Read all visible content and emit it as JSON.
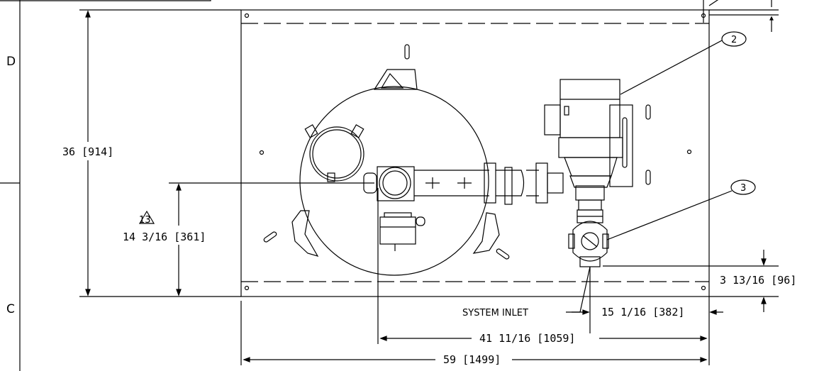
{
  "zones": {
    "upper": "D",
    "lower": "C"
  },
  "callouts": {
    "motor": "2",
    "valve": "3"
  },
  "revision_flag": "13",
  "dimensions": {
    "height": "36 [914]",
    "inlet_centerline": "14 3/16 [361]",
    "inlet_offset_vertical": "3 13/16 [96]",
    "inlet_offset_horizontal": "15 1/16 [382]",
    "tank_to_inlet": "41 11/16 [1059]",
    "overall_width": "59 [1499]"
  },
  "labels": {
    "system_inlet": "SYSTEM INLET"
  }
}
